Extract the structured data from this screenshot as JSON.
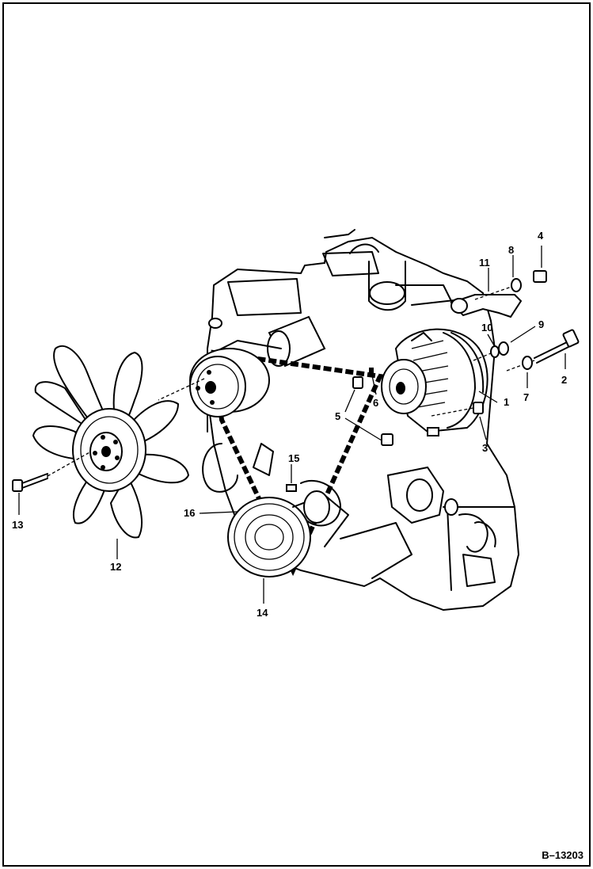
{
  "figure": {
    "number": "B–13203"
  },
  "callouts": {
    "c1": "1",
    "c2": "2",
    "c3": "3",
    "c4": "4",
    "c5": "5",
    "c6": "6",
    "c7": "7",
    "c8": "8",
    "c9": "9",
    "c10": "10",
    "c11": "11",
    "c12": "12",
    "c13": "13",
    "c14": "14",
    "c15": "15",
    "c16": "16"
  }
}
